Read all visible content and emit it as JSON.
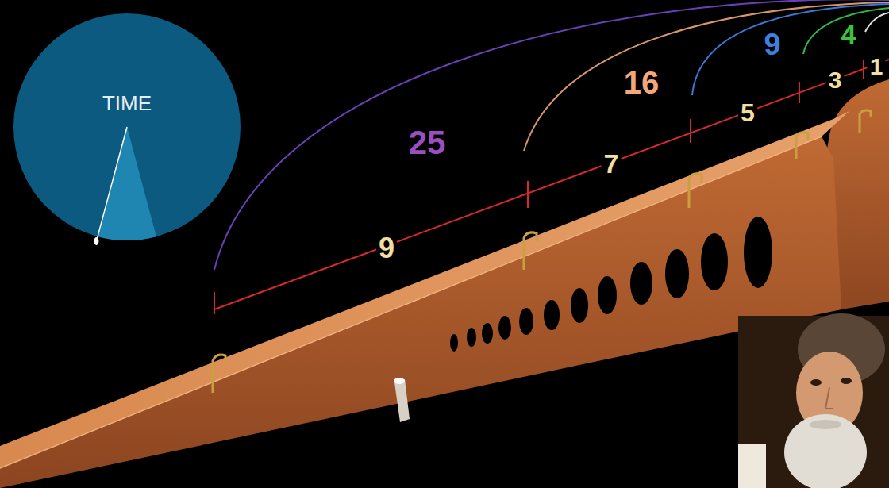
{
  "diagram": {
    "nodes": [
      {
        "text": [
          "TIME"
        ]
      }
    ],
    "labels": [
      "4",
      "9",
      "1",
      "16",
      "3",
      "5",
      "25",
      "7",
      "9"
    ]
  }
}
